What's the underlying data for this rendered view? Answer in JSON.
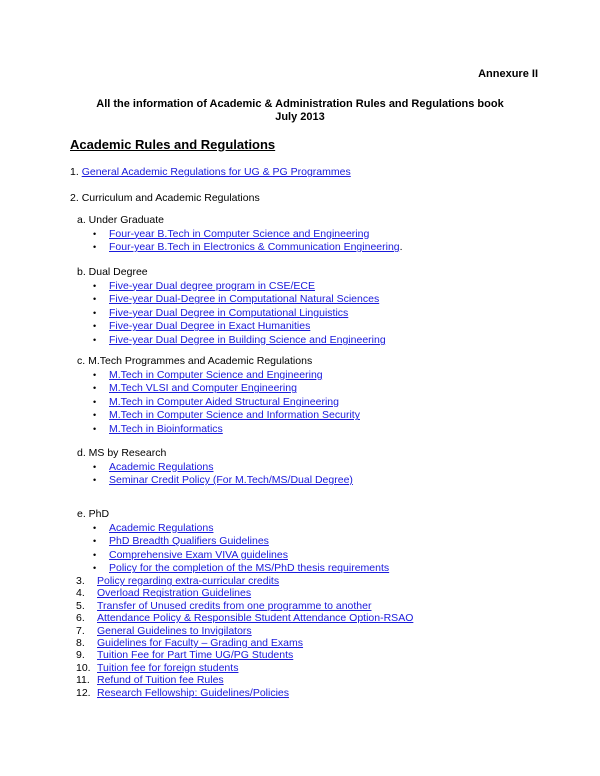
{
  "header": {
    "annexure": "Annexure II",
    "title_line1": "All the information of Academic & Administration Rules and Regulations book",
    "title_line2": "July 2013",
    "section_title": "Academic Rules and Regulations"
  },
  "colors": {
    "link": "#1a1adb",
    "text": "#000000"
  },
  "items": {
    "item1": {
      "num": "1.",
      "label": "General Academic Regulations for UG & PG Programmes"
    },
    "item2": {
      "num": "2.",
      "label": "Curriculum and Academic Regulations"
    }
  },
  "groups": {
    "a": {
      "label": "a.  Under Graduate",
      "links": [
        "Four-year B.Tech in Computer Science and Engineering",
        "Four-year B.Tech in Electronics & Communication Engineering"
      ],
      "trailing": "."
    },
    "b": {
      "label": "b.  Dual Degree",
      "links": [
        "Five-year Dual degree program in CSE/ECE",
        "Five-year Dual-Degree in Computational Natural Sciences",
        "Five-year Dual Degree in Computational Linguistics",
        "Five-year Dual Degree in Exact Humanities",
        "Five-year Dual Degree in Building Science and Engineering"
      ]
    },
    "c": {
      "label": "c.  M.Tech Programmes and Academic Regulations",
      "links": [
        "M.Tech in Computer Science and Engineering",
        "M.Tech VLSI and Computer Engineering",
        "M.Tech in Computer Aided Structural Engineering",
        "M.Tech in Computer Science and Information Security",
        "M.Tech in Bioinformatics"
      ]
    },
    "d": {
      "label": "d.  MS by Research",
      "links": [
        "Academic Regulations",
        "Seminar Credit Policy (For M.Tech/MS/Dual Degree)"
      ]
    },
    "e": {
      "label": "e.  PhD",
      "links": [
        "Academic Regulations",
        "PhD Breadth Qualifiers Guidelines",
        "Comprehensive Exam VIVA guidelines",
        "Policy for the completion of the MS/PhD thesis requirements"
      ]
    }
  },
  "numbered": [
    {
      "num": "3.",
      "label": "Policy regarding extra-curricular credits"
    },
    {
      "num": "4.",
      "label": "Overload Registration Guidelines"
    },
    {
      "num": "5.",
      "label": "Transfer of Unused credits from one programme to another"
    },
    {
      "num": "6.",
      "label": "Attendance Policy & Responsible Student Attendance Option-RSAO"
    },
    {
      "num": "7.",
      "label": "General Guidelines to Invigilators"
    },
    {
      "num": "8.",
      "label": "Guidelines for Faculty – Grading and Exams"
    },
    {
      "num": "9.",
      "label": "Tuition Fee for Part Time UG/PG Students"
    },
    {
      "num": "10.",
      "label": "Tuition fee for foreign students"
    },
    {
      "num": "11.",
      "label": "Refund of Tuition fee Rules"
    },
    {
      "num": "12.",
      "label": "Research Fellowship: Guidelines/Policies"
    }
  ],
  "bullet_glyph": "•"
}
